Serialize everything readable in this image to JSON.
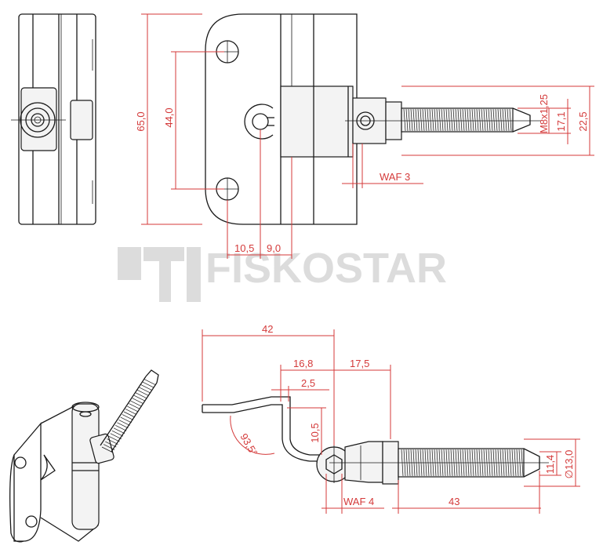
{
  "watermark": {
    "text": "FISKOSTAR"
  },
  "front_view": {
    "dims": {
      "height": "65,0",
      "hole_spacing": "44,0",
      "thread": "M8x1,25",
      "d1": "17,1",
      "d2": "22,5",
      "waf": "WAF 3",
      "x1": "10,5",
      "x2": "9,0"
    }
  },
  "top_view": {
    "dims": {
      "overall": "42",
      "a": "16,8",
      "b": "17,5",
      "c": "2,5",
      "offset": "10,5",
      "angle": "93,5°",
      "d_small": "11,4",
      "d_large": "∅13,0",
      "waf": "WAF 4",
      "length": "43"
    }
  },
  "colors": {
    "dimension": "#d43a3a",
    "outline": "#1a1a1a",
    "watermark": "#dcdcdc"
  }
}
